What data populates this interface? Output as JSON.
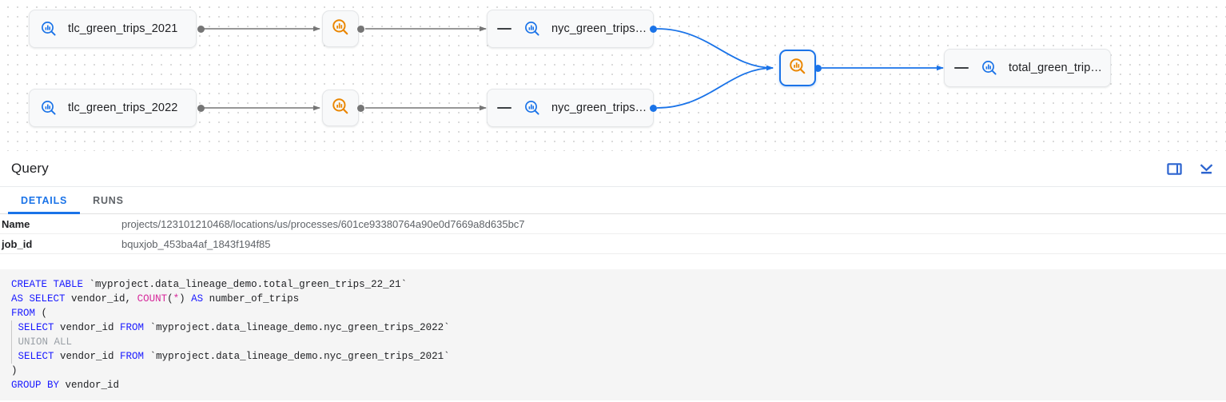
{
  "graph": {
    "nodes": [
      {
        "id": "tlc_2021",
        "type": "table",
        "label": "tlc_green_trips_2021",
        "icon": "table-search-icon",
        "selected": false
      },
      {
        "id": "tlc_2022",
        "type": "table",
        "label": "tlc_green_trips_2022",
        "icon": "table-search-icon",
        "selected": false
      },
      {
        "id": "proc_top",
        "type": "process",
        "label": "",
        "icon": "process-search-icon",
        "selected": false
      },
      {
        "id": "proc_bottom",
        "type": "process",
        "label": "",
        "icon": "process-search-icon",
        "selected": false
      },
      {
        "id": "nyc_top",
        "type": "table",
        "label": "nyc_green_trips…",
        "icon": "table-search-icon",
        "selected": false
      },
      {
        "id": "nyc_bottom",
        "type": "table",
        "label": "nyc_green_trips…",
        "icon": "table-search-icon",
        "selected": false
      },
      {
        "id": "proc_selected",
        "type": "process",
        "label": "",
        "icon": "process-search-icon",
        "selected": true
      },
      {
        "id": "total_green",
        "type": "table",
        "label": "total_green_trip…",
        "icon": "table-search-icon",
        "selected": false
      }
    ],
    "edge_color_default": "#757575",
    "edge_color_selected": "#1a73e8"
  },
  "panel": {
    "title": "Query",
    "actions": [
      {
        "name": "split-pane-icon",
        "label": "Split pane"
      },
      {
        "name": "collapse-panel-icon",
        "label": "Collapse panel"
      }
    ],
    "tabs": [
      {
        "id": "details",
        "label": "DETAILS",
        "active": true
      },
      {
        "id": "runs",
        "label": "RUNS",
        "active": false
      }
    ],
    "details": [
      {
        "key": "Name",
        "value": "projects/123101210468/locations/us/processes/601ce93380764a90e0d7669a8d635bc7"
      },
      {
        "key": "job_id",
        "value": "bquxjob_453ba4af_1843f194f85"
      }
    ]
  },
  "code": {
    "language": "sql",
    "lines": [
      "CREATE TABLE `myproject.data_lineage_demo.total_green_trips_22_21`",
      "AS SELECT vendor_id, COUNT(*) AS number_of_trips",
      "FROM (",
      "  SELECT vendor_id FROM `myproject.data_lineage_demo.nyc_green_trips_2022`",
      "  UNION ALL",
      "  SELECT vendor_id FROM `myproject.data_lineage_demo.nyc_green_trips_2021`",
      ")",
      "GROUP BY vendor_id"
    ]
  },
  "colors": {
    "accent_blue": "#1a73e8",
    "process_orange": "#ea8600",
    "keyword_blue": "#1a1aff",
    "function_pink": "#d6289b",
    "code_bg": "#f5f5f5",
    "node_bg": "#f8f9fa"
  }
}
